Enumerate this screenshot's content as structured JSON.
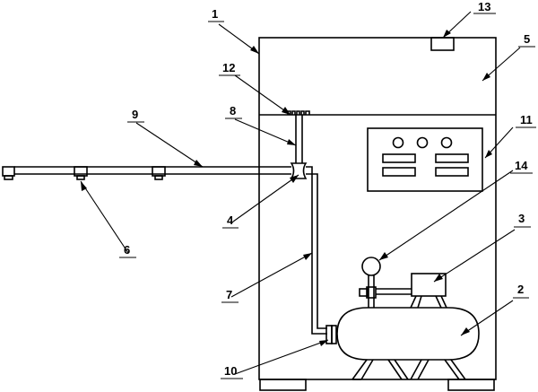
{
  "labels": {
    "n1": "1",
    "n2": "2",
    "n3": "3",
    "n4": "4",
    "n5": "5",
    "n6": "6",
    "n7": "7",
    "n8": "8",
    "n9": "9",
    "n10": "10",
    "n11": "11",
    "n12": "12",
    "n13": "13",
    "n14": "14"
  }
}
